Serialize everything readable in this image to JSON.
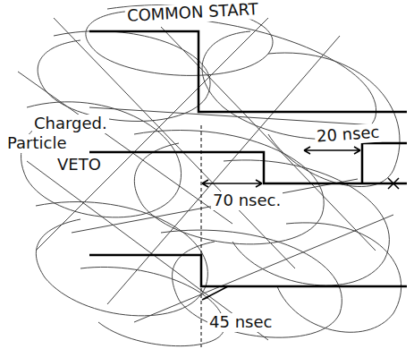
{
  "diagram": {
    "labels": [
      "COMMON START",
      "Charged.",
      "Particle",
      "VETO",
      "70 nsec.",
      "20 nsec",
      "45 nsec"
    ]
  }
}
